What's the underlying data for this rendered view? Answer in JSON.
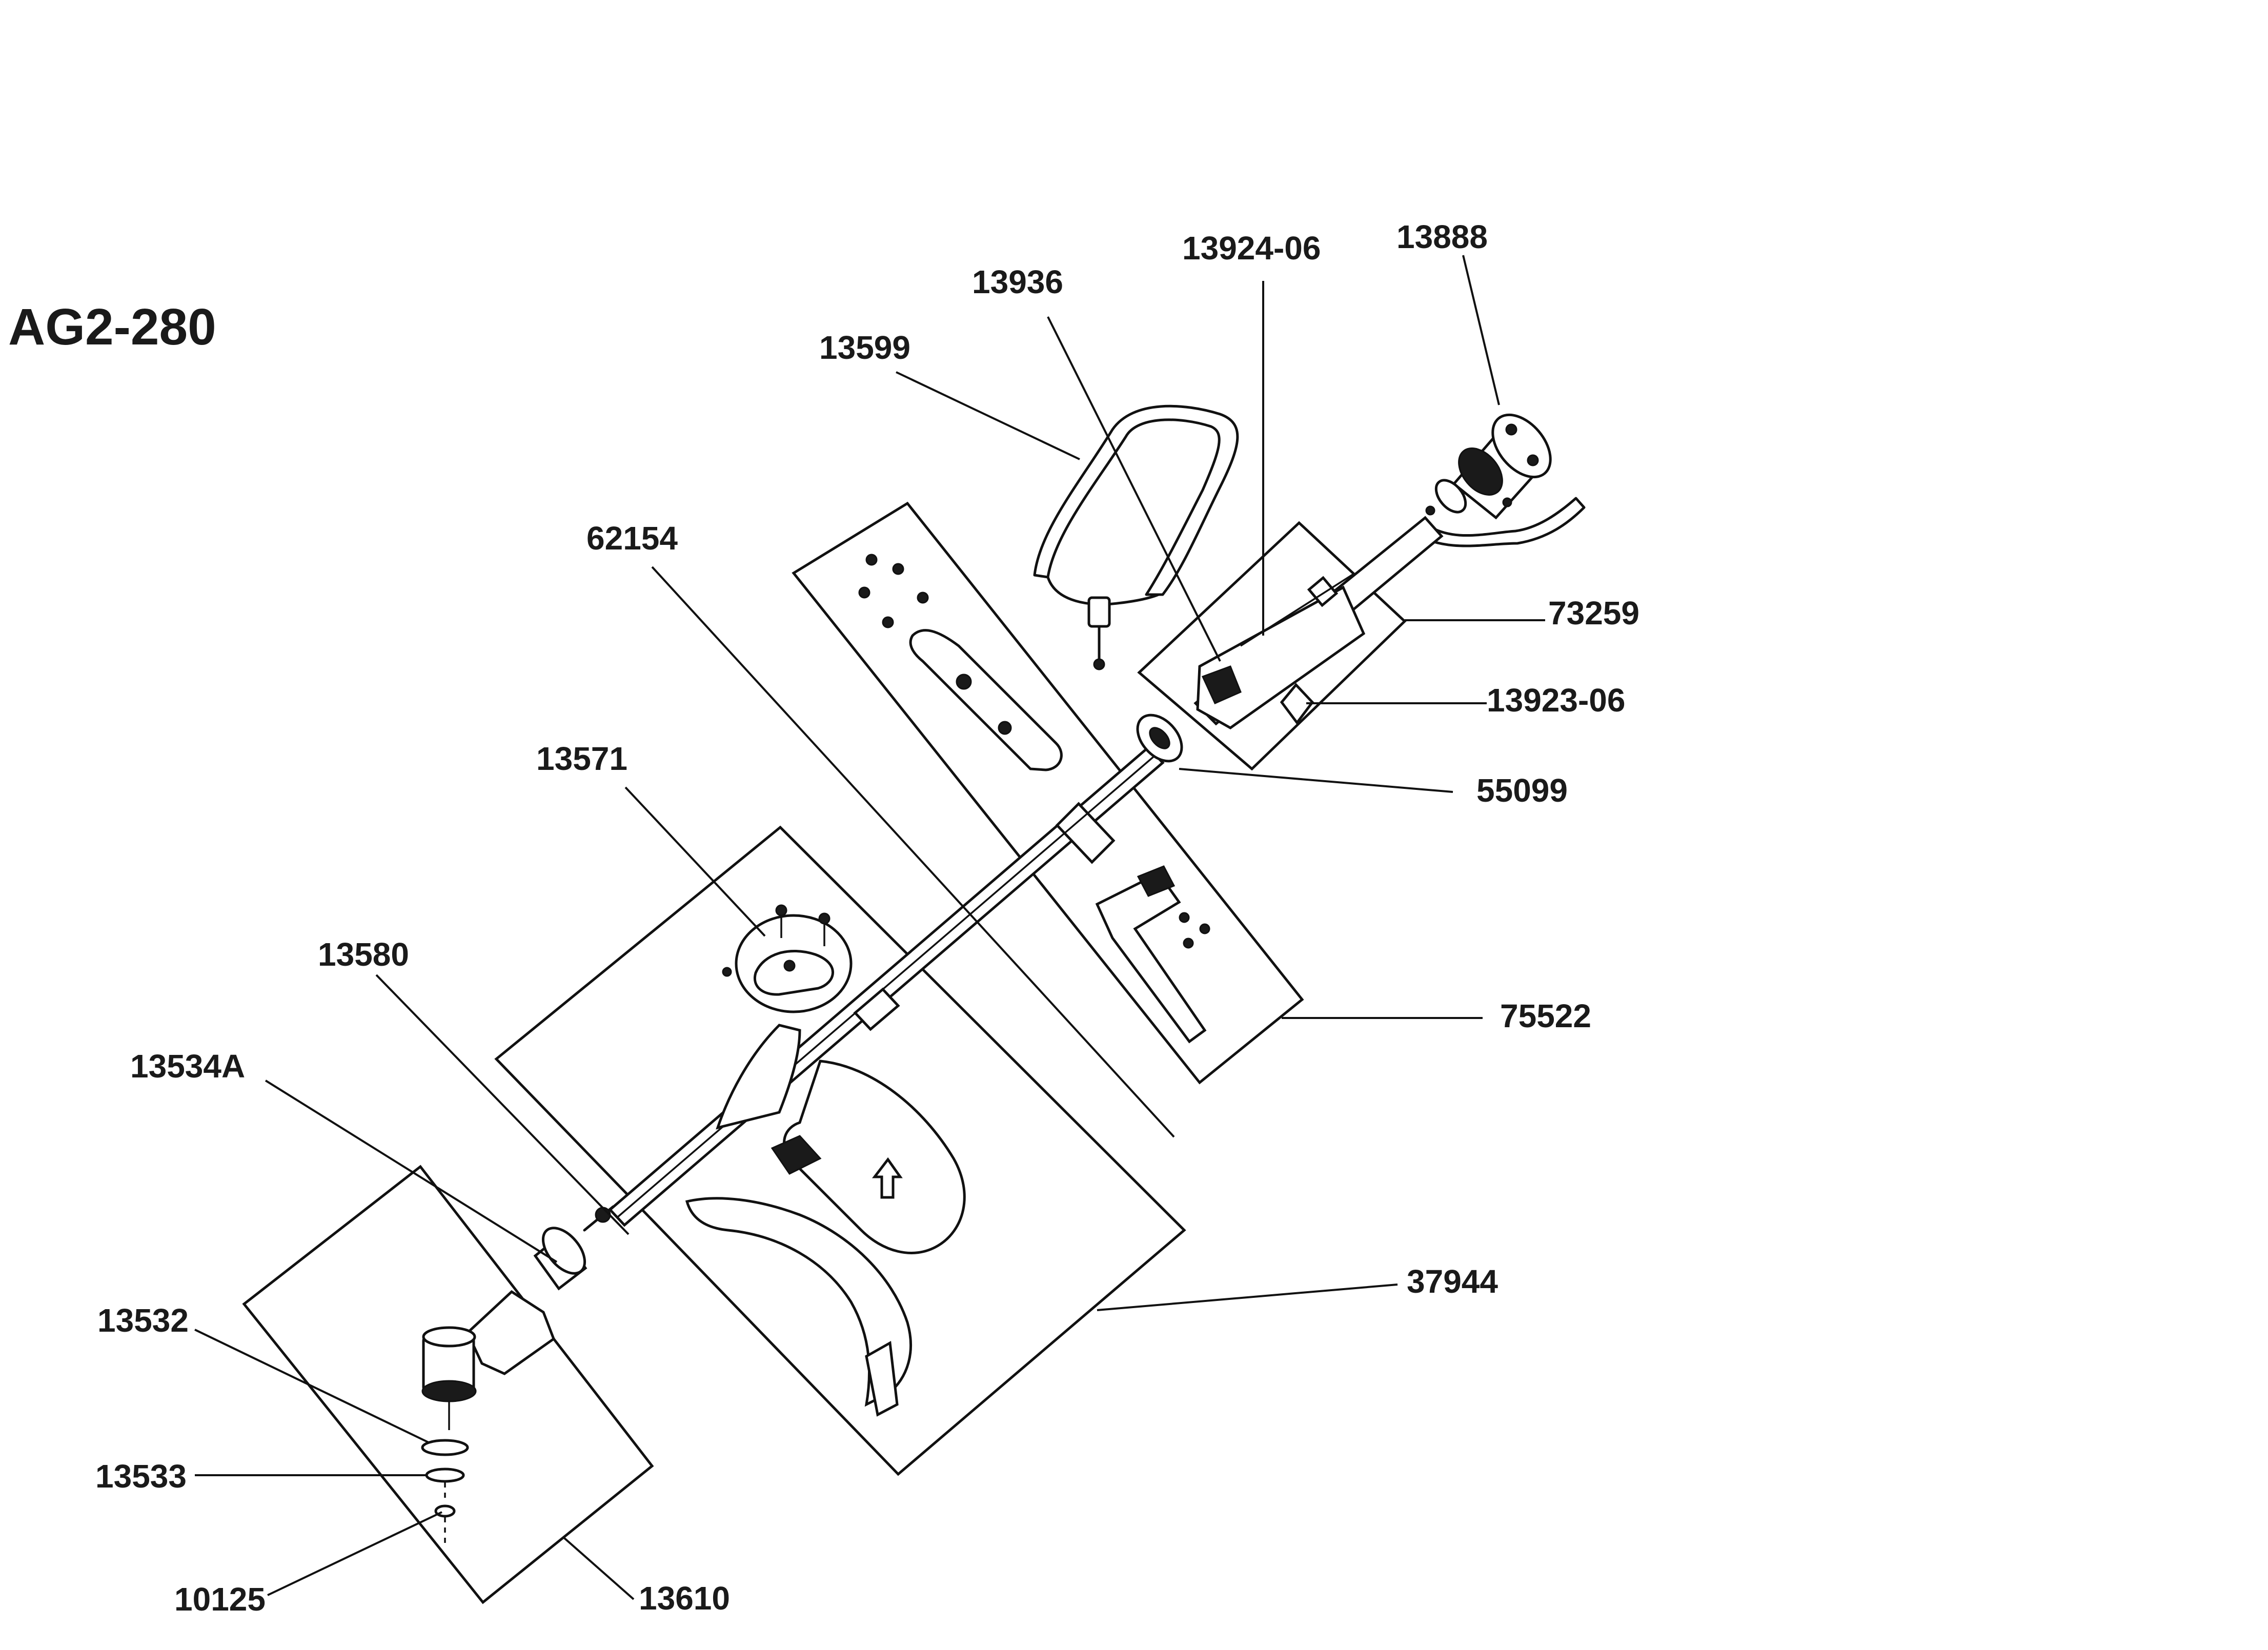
{
  "model": "AG2-280",
  "parts": [
    {
      "id": "13888",
      "label": "13888"
    },
    {
      "id": "13924-06",
      "label": "13924-06"
    },
    {
      "id": "13936",
      "label": "13936"
    },
    {
      "id": "13599",
      "label": "13599"
    },
    {
      "id": "62154",
      "label": "62154"
    },
    {
      "id": "73259",
      "label": "73259"
    },
    {
      "id": "13923-06",
      "label": "13923-06"
    },
    {
      "id": "55099",
      "label": "55099"
    },
    {
      "id": "13571",
      "label": "13571"
    },
    {
      "id": "13580",
      "label": "13580"
    },
    {
      "id": "75522",
      "label": "75522"
    },
    {
      "id": "13534A",
      "label": "13534A"
    },
    {
      "id": "37944",
      "label": "37944"
    },
    {
      "id": "13532",
      "label": "13532"
    },
    {
      "id": "13533",
      "label": "13533"
    },
    {
      "id": "10125",
      "label": "10125"
    },
    {
      "id": "13610",
      "label": "13610"
    }
  ]
}
